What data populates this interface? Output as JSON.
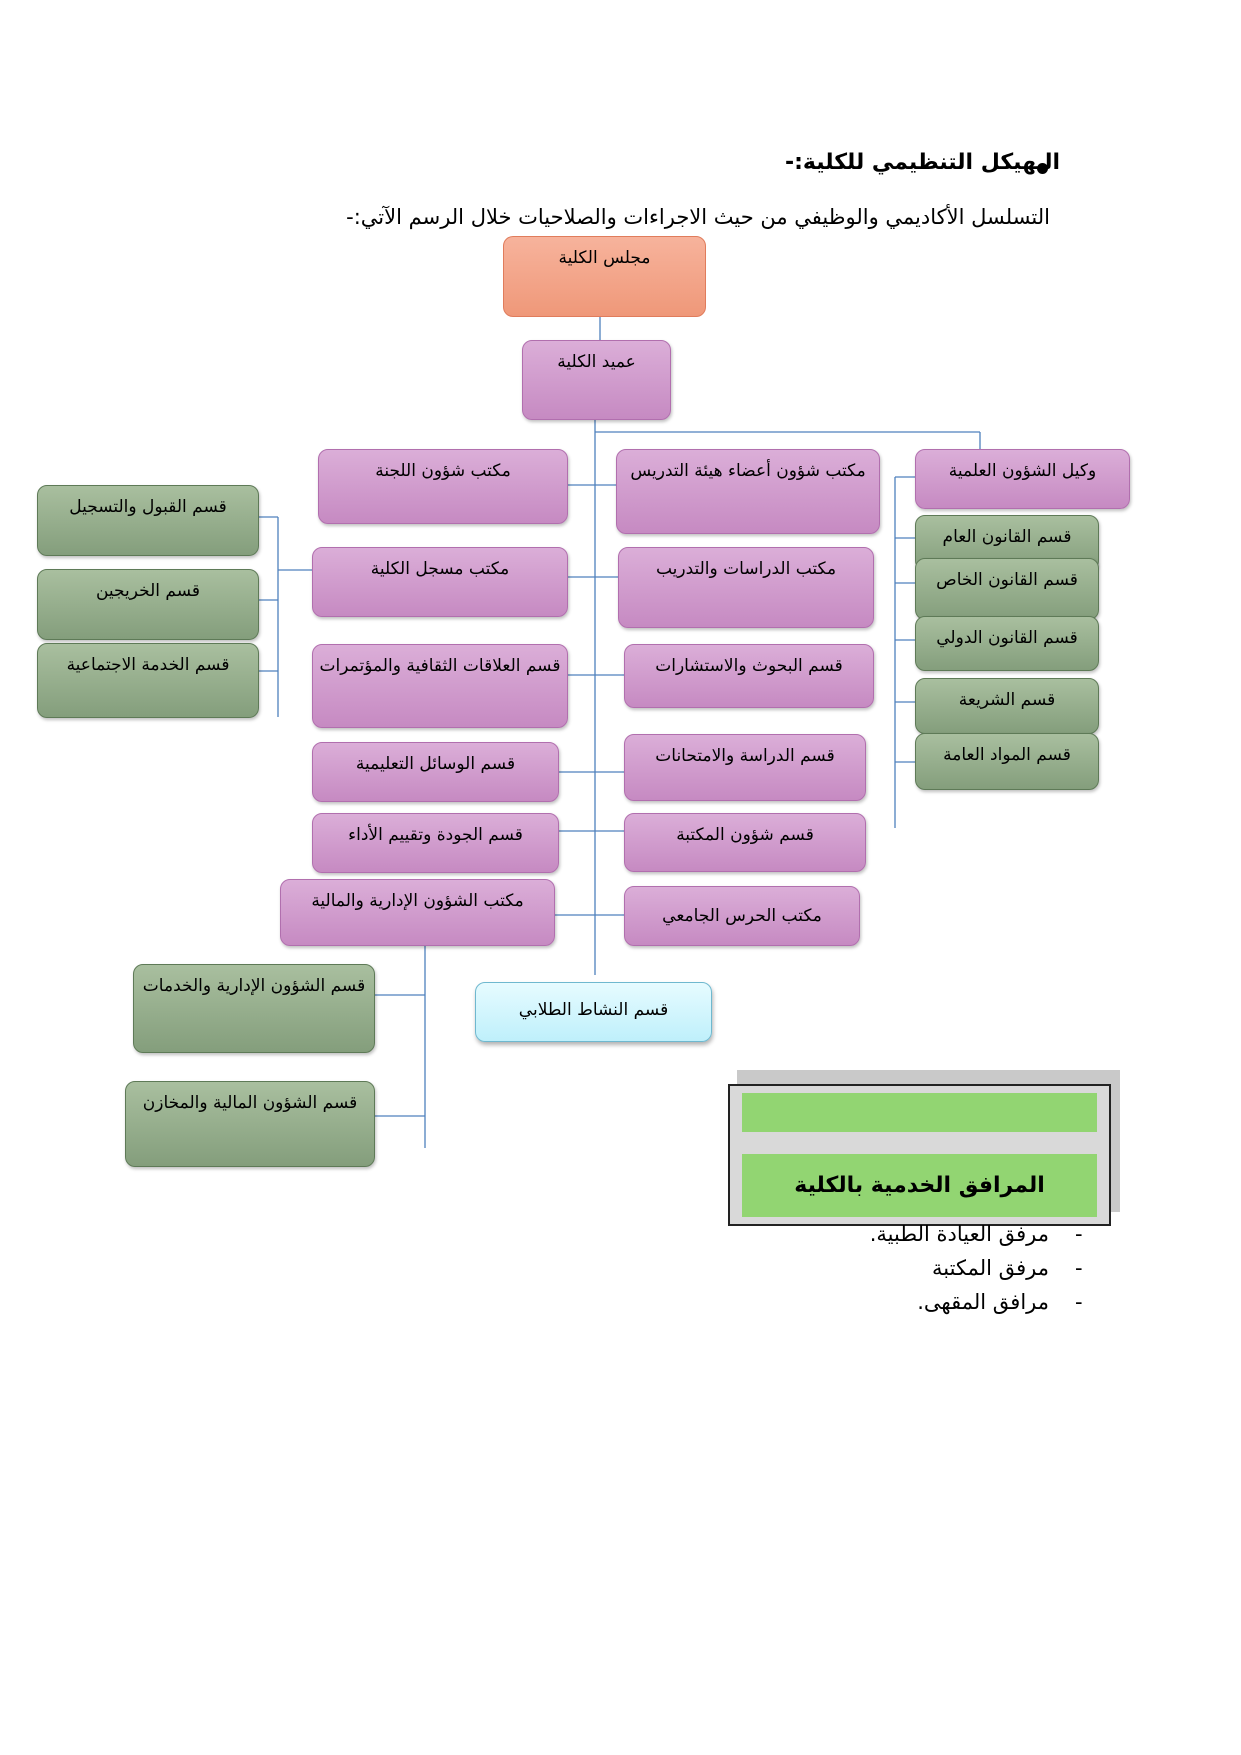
{
  "heading": "الـهيكل التنظيمي للكلية:-",
  "intro": "التسلسل الأكاديمي والوظيفي من حيث الاجراءات والصلاحيات خلال الرسم الآتي:-",
  "org": {
    "council": "مجلس الكلية",
    "dean": "عميد الكلية",
    "vice_dean_scientific": "وكيل الشؤون العلمية",
    "scientific_departments": [
      "قسم القانون العام",
      "قسم القانون الخاص",
      "قسم القانون الدولي",
      "قسم الشريعة",
      "قسم المواد العامة"
    ],
    "center_right": [
      "مكتب شؤون أعضاء هيئة التدريس",
      "مكتب الدراسات والتدريب",
      "قسم البحوث والاستشارات",
      "قسم الدراسة والامتحانات",
      "قسم شؤون المكتبة",
      "مكتب الحرس الجامعي"
    ],
    "center_left": [
      "مكتب شؤون اللجنة",
      "مكتب مسجل الكلية",
      "قسم العلاقات الثقافية والمؤتمرات",
      "قسم الوسائل التعليمية",
      "قسم الجودة وتقييم الأداء",
      "مكتب الشؤون الإدارية والمالية"
    ],
    "registrar_units": [
      "قسم القبول والتسجيل",
      "قسم الخريجين",
      "قسم الخدمة الاجتماعية"
    ],
    "admin_units": [
      "قسم الشؤون الإدارية والخدمات",
      "قسم الشؤون المالية والمخازن"
    ],
    "student_activity": "قسم النشاط الطلابي"
  },
  "services": {
    "title": "المرافق الخدمية بالكلية",
    "items": [
      "مرفق العيادة الطبية.",
      "مرفق المكتبة",
      "مرافق المقهى."
    ],
    "dash": "-"
  }
}
